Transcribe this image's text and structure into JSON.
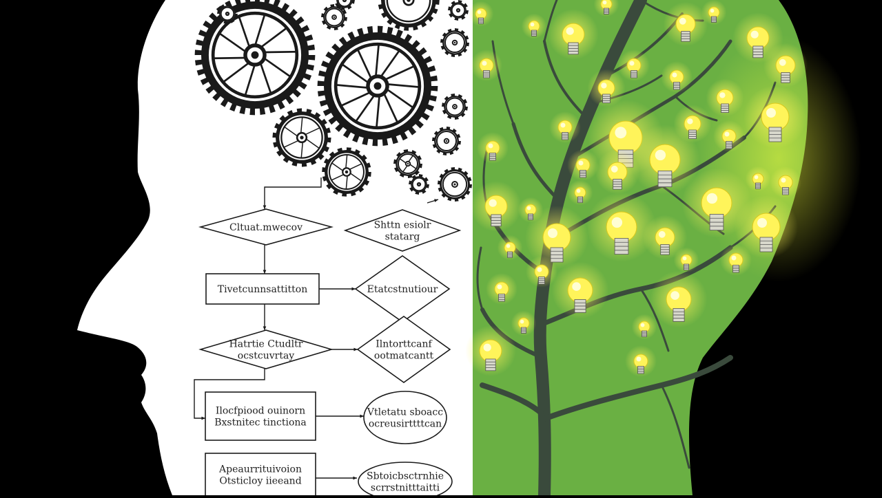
{
  "colors": {
    "background": "#000000",
    "left_head": "#ffffff",
    "right_head": "#6ab043",
    "tree": "#3a4a3c",
    "bulb_glow": "#fff45a",
    "ink": "#1a1a1a"
  },
  "illustration": {
    "left_motifs": [
      "gear-icon",
      "flowchart"
    ],
    "right_motifs": [
      "tree",
      "lightbulb-icon"
    ]
  },
  "flowchart": {
    "nodes": [
      {
        "shape": "diamond",
        "lines": [
          "Cltuat.mwecov"
        ]
      },
      {
        "shape": "diamond",
        "lines": [
          "Shttn esiolr",
          "statarg"
        ]
      },
      {
        "shape": "rect",
        "lines": [
          "Tivetcunnsattitton"
        ]
      },
      {
        "shape": "diamond",
        "lines": [
          "Etatcstnutiour"
        ]
      },
      {
        "shape": "diamond",
        "lines": [
          "Hatrtie Ctudltr",
          "ocstcuvrtay"
        ]
      },
      {
        "shape": "diamond",
        "lines": [
          "Ilntorttcanf",
          "ootmatcantt"
        ]
      },
      {
        "shape": "rect",
        "lines": [
          "Ilocfpiood ouinorn",
          "Bxstnitec tinctiona"
        ]
      },
      {
        "shape": "ellipse",
        "lines": [
          "Vtletatu sboacc",
          "ocreusirttttcan"
        ]
      },
      {
        "shape": "rect",
        "lines": [
          "Apeaurrituivoion",
          "Otsticloy iieeand"
        ]
      },
      {
        "shape": "ellipse",
        "lines": [
          "Sbtoicbsctrnhie",
          "scrrstnitttaitti"
        ]
      }
    ]
  }
}
